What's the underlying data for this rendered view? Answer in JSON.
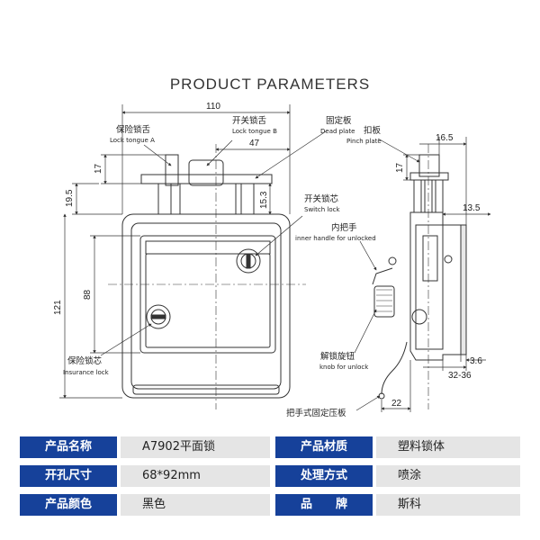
{
  "title": "PRODUCT PARAMETERS",
  "callouts": {
    "lock_tongue_a": {
      "cn": "保险锁舌",
      "en": "Lock tongue A"
    },
    "lock_tongue_b": {
      "cn": "开关锁舌",
      "en": "Lock tongue B"
    },
    "dead_plate": {
      "cn": "固定板",
      "en": "Dead plate"
    },
    "pinch_plate": {
      "cn": "扣板",
      "en": "Pinch plate"
    },
    "switch_lock": {
      "cn": "开关锁芯",
      "en": "Switch lock"
    },
    "inner_handle": {
      "cn": "内把手",
      "en": "inner handle for unlocked"
    },
    "insurance_lock": {
      "cn": "保险锁芯",
      "en": "Insurance lock"
    },
    "knob": {
      "cn": "解锁旋钮",
      "en": "knob for unlock"
    },
    "handle_plate": {
      "cn": "把手式固定压板"
    }
  },
  "dimensions": {
    "d110": "110",
    "d47": "47",
    "d17_front": "17",
    "d19_5": "19.5",
    "d15_3": "15.3",
    "d88": "88",
    "d121": "121",
    "d16_5": "16.5",
    "d17_side": "17",
    "d13_5": "13.5",
    "d32_36": "32-36",
    "d3_6": "3.6",
    "d22": "22"
  },
  "params": [
    {
      "label": "产品名称",
      "value": "A7902平面锁"
    },
    {
      "label": "产品材质",
      "value": "塑料锁体"
    },
    {
      "label": "开孔尺寸",
      "value": "68*92mm"
    },
    {
      "label": "处理方式",
      "value": "喷涂"
    },
    {
      "label": "产品颜色",
      "value": "黑色"
    },
    {
      "label": "品　　牌",
      "value": "斯科"
    }
  ],
  "colors": {
    "label_bg": "#16419a",
    "value_bg": "#e5e5e5",
    "line": "#333333"
  }
}
